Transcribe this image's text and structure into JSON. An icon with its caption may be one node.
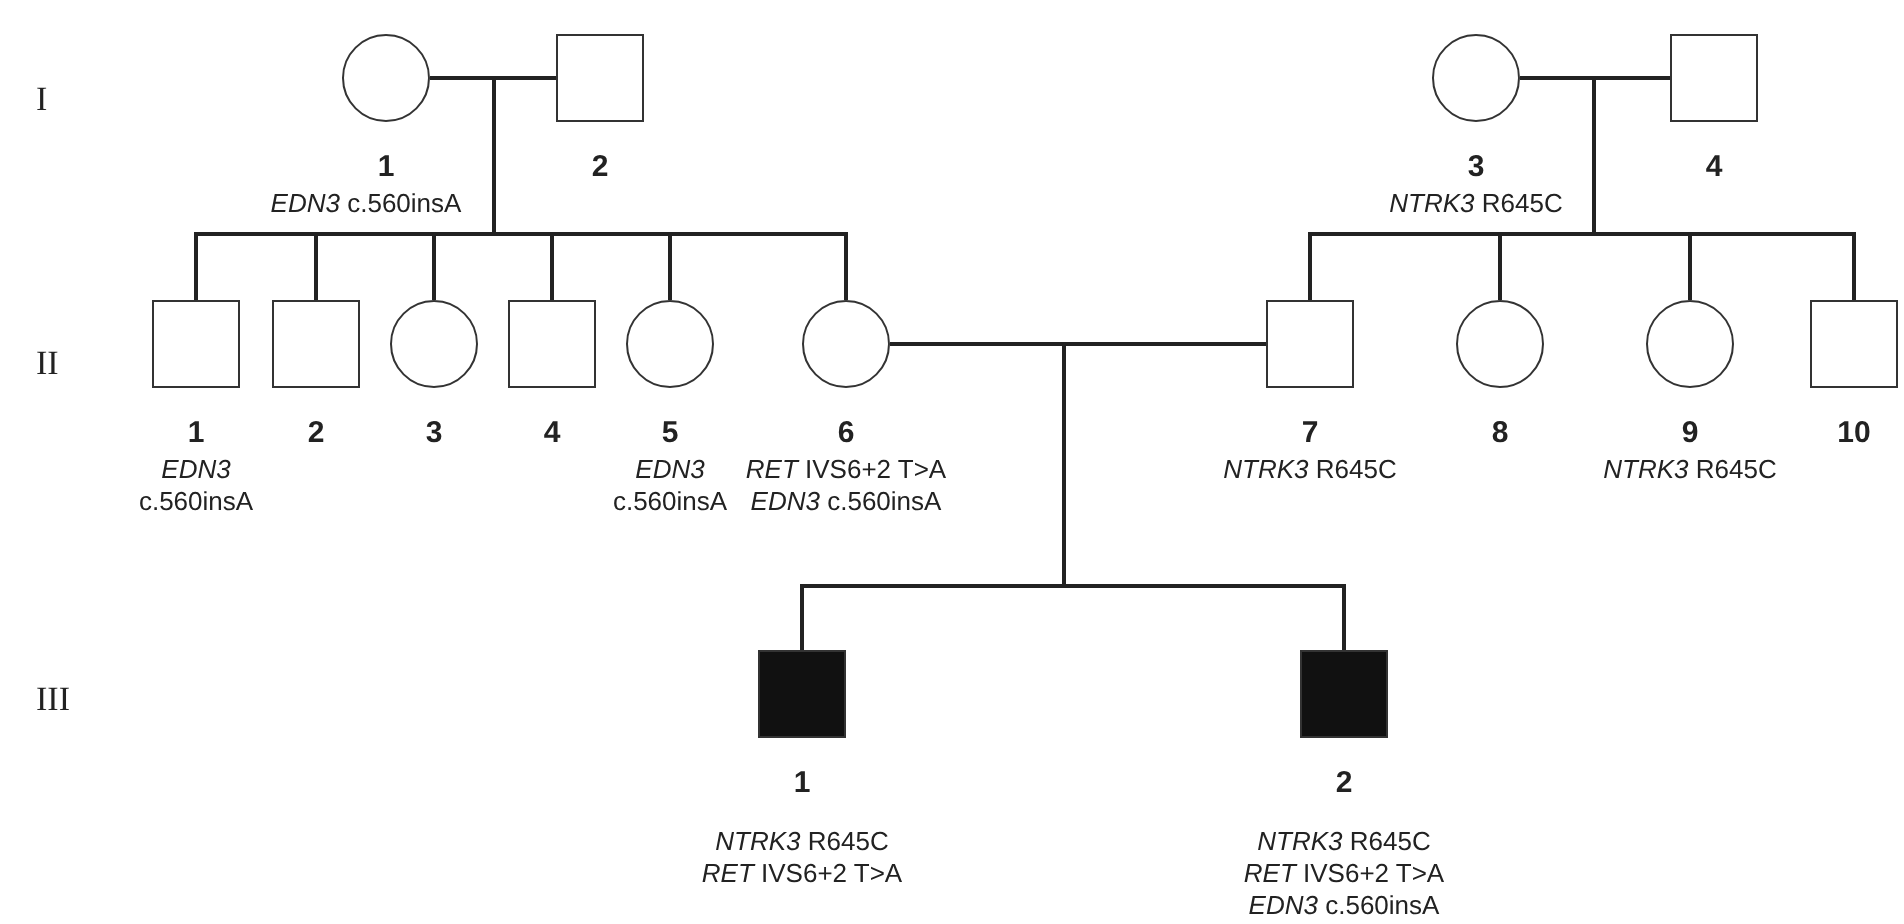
{
  "diagram": {
    "nodes": [
      {
        "text": [],
        "shape": "circle",
        "beside": [
          "1",
          "*EDN3* c.560insA"
        ]
      },
      {
        "text": [],
        "shape": "box",
        "beside": [
          "2"
        ]
      },
      {
        "text": [],
        "shape": "circle",
        "beside": [
          "3",
          "*NTRK3* R645C"
        ]
      },
      {
        "text": [],
        "shape": "box",
        "beside": [
          "4"
        ]
      },
      {
        "text": [],
        "shape": "box",
        "beside": [
          "1",
          "*EDN3* c.560insA"
        ]
      },
      {
        "text": [],
        "shape": "box",
        "beside": [
          "2"
        ]
      },
      {
        "text": [],
        "shape": "circle",
        "beside": [
          "3"
        ]
      },
      {
        "text": [],
        "shape": "box",
        "beside": [
          "4"
        ]
      },
      {
        "text": [],
        "shape": "circle",
        "beside": [
          "5",
          "*EDN3* c.560insA"
        ]
      },
      {
        "text": [],
        "shape": "circle",
        "beside": [
          "6",
          "*RET* IVS6+2 T>A",
          "*EDN3* c.560insA"
        ]
      },
      {
        "text": [],
        "shape": "box",
        "beside": [
          "7",
          "*NTRK3* R645C"
        ]
      },
      {
        "text": [],
        "shape": "circle",
        "beside": [
          "8"
        ]
      },
      {
        "text": [],
        "shape": "circle",
        "beside": [
          "9",
          "*NTRK3* R645C"
        ]
      },
      {
        "text": [],
        "shape": "box",
        "beside": [
          "10"
        ]
      },
      {
        "text": [],
        "shape": "box",
        "beside": [
          "1",
          "*NTRK3* R645C",
          "*RET* IVS6+2 T>A"
        ]
      },
      {
        "text": [],
        "shape": "box",
        "beside": [
          "2",
          "*NTRK3* R645C",
          "*RET* IVS6+2 T>A",
          "*EDN3* c.560insA"
        ]
      }
    ],
    "edges": [
      {
        "from": 0,
        "to": 1,
        "arrow": "none"
      },
      {
        "from": 0,
        "to": 4,
        "arrow": "none"
      },
      {
        "from": 1,
        "to": 4,
        "arrow": "none"
      },
      {
        "from": 0,
        "to": 5,
        "arrow": "none"
      },
      {
        "from": 1,
        "to": 5,
        "arrow": "none"
      },
      {
        "from": 0,
        "to": 6,
        "arrow": "none"
      },
      {
        "from": 1,
        "to": 6,
        "arrow": "none"
      },
      {
        "from": 0,
        "to": 7,
        "arrow": "none"
      },
      {
        "from": 1,
        "to": 7,
        "arrow": "none"
      },
      {
        "from": 0,
        "to": 8,
        "arrow": "none"
      },
      {
        "from": 1,
        "to": 8,
        "arrow": "none"
      },
      {
        "from": 0,
        "to": 9,
        "arrow": "none"
      },
      {
        "from": 1,
        "to": 9,
        "arrow": "none"
      },
      {
        "from": 2,
        "to": 3,
        "arrow": "none"
      },
      {
        "from": 2,
        "to": 10,
        "arrow": "none"
      },
      {
        "from": 3,
        "to": 10,
        "arrow": "none"
      },
      {
        "from": 2,
        "to": 11,
        "arrow": "none"
      },
      {
        "from": 3,
        "to": 11,
        "arrow": "none"
      },
      {
        "from": 2,
        "to": 12,
        "arrow": "none"
      },
      {
        "from": 3,
        "to": 12,
        "arrow": "none"
      },
      {
        "from": 2,
        "to": 13,
        "arrow": "none"
      },
      {
        "from": 3,
        "to": 13,
        "arrow": "none"
      },
      {
        "from": 9,
        "to": 10,
        "arrow": "none"
      },
      {
        "from": 9,
        "to": 14,
        "arrow": "none"
      },
      {
        "from": 10,
        "to": 14,
        "arrow": "none"
      },
      {
        "from": 9,
        "to": 15,
        "arrow": "none"
      },
      {
        "from": 10,
        "to": 15,
        "arrow": "none"
      }
    ],
    "labels": [
      "I",
      "II",
      "III"
    ]
  }
}
